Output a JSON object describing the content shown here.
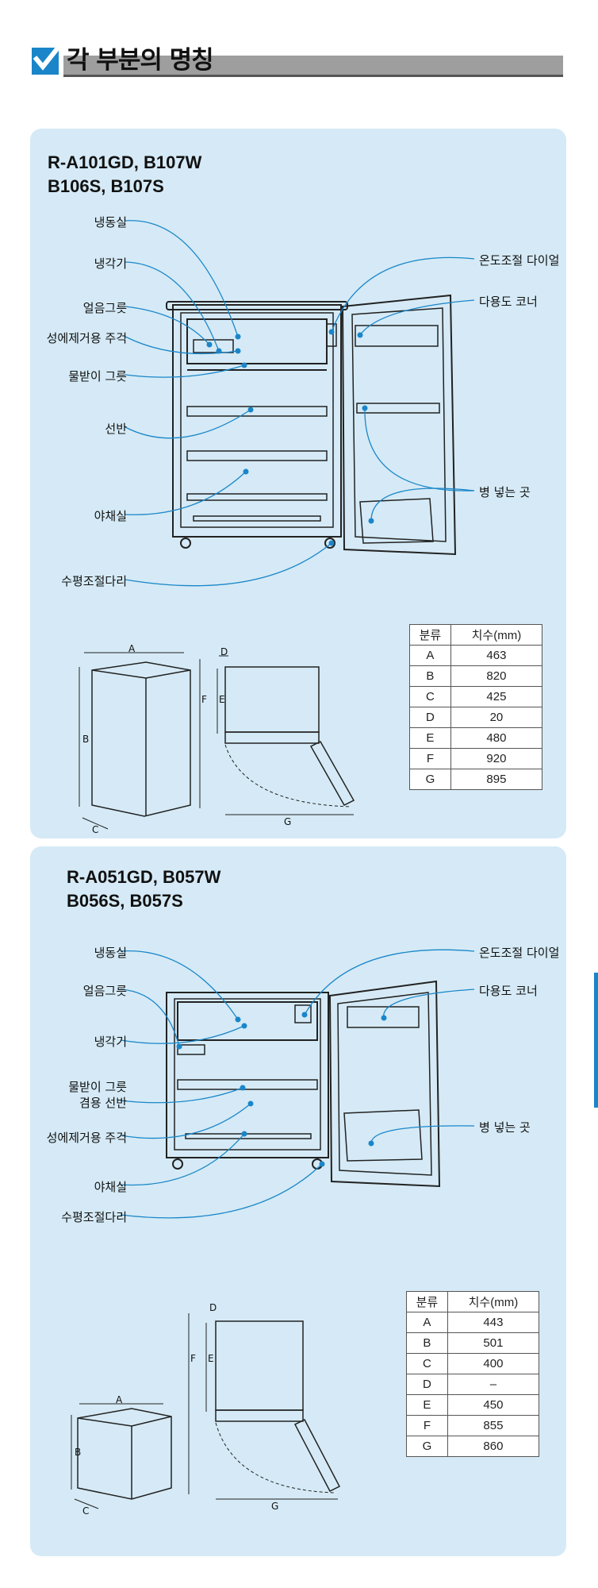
{
  "header": {
    "title": "각 부분의 명칭"
  },
  "section1": {
    "model_line1": "R-A101GD, B107W",
    "model_line2": "B106S, B107S",
    "labels": {
      "freezer": "냉동실",
      "evaporator": "냉각기",
      "ice_tray": "얼음그릇",
      "defrost_spatula": "성에제거용 주걱",
      "drip_tray": "물받이 그릇",
      "shelf": "선반",
      "crisper": "야채실",
      "leveling_leg": "수평조절다리",
      "thermostat": "온도조절 다이얼",
      "door_corner": "다용도 코너",
      "bottle_rack": "병 넣는 곳"
    },
    "table": {
      "headers": [
        "분류",
        "치수(mm)"
      ],
      "rows": [
        [
          "A",
          "463"
        ],
        [
          "B",
          "820"
        ],
        [
          "C",
          "425"
        ],
        [
          "D",
          "20"
        ],
        [
          "E",
          "480"
        ],
        [
          "F",
          "920"
        ],
        [
          "G",
          "895"
        ]
      ]
    },
    "dim_letters": {
      "a": "A",
      "b": "B",
      "c": "C",
      "d": "D",
      "e": "E",
      "f": "F",
      "g": "G"
    }
  },
  "section2": {
    "model_line1": "R-A051GD, B057W",
    "model_line2": "B056S, B057S",
    "labels": {
      "freezer": "냉동실",
      "ice_tray": "얼음그릇",
      "evaporator": "냉각기",
      "drip_shelf_1": "물받이 그릇",
      "drip_shelf_2": "겸용 선반",
      "defrost_spatula": "성에제거용 주걱",
      "crisper": "야채실",
      "leveling_leg": "수평조절다리",
      "thermostat": "온도조절 다이얼",
      "door_corner": "다용도 코너",
      "bottle_rack": "병 넣는 곳"
    },
    "table": {
      "headers": [
        "분류",
        "치수(mm)"
      ],
      "rows": [
        [
          "A",
          "443"
        ],
        [
          "B",
          "501"
        ],
        [
          "C",
          "400"
        ],
        [
          "D",
          "–"
        ],
        [
          "E",
          "450"
        ],
        [
          "F",
          "855"
        ],
        [
          "G",
          "860"
        ]
      ]
    },
    "dim_letters": {
      "a": "A",
      "b": "B",
      "c": "C",
      "d": "D",
      "e": "E",
      "f": "F",
      "g": "G"
    }
  },
  "colors": {
    "panel": "#d5eaf6",
    "accent": "#1a86c9",
    "header_bar": "#9e9e9e"
  }
}
